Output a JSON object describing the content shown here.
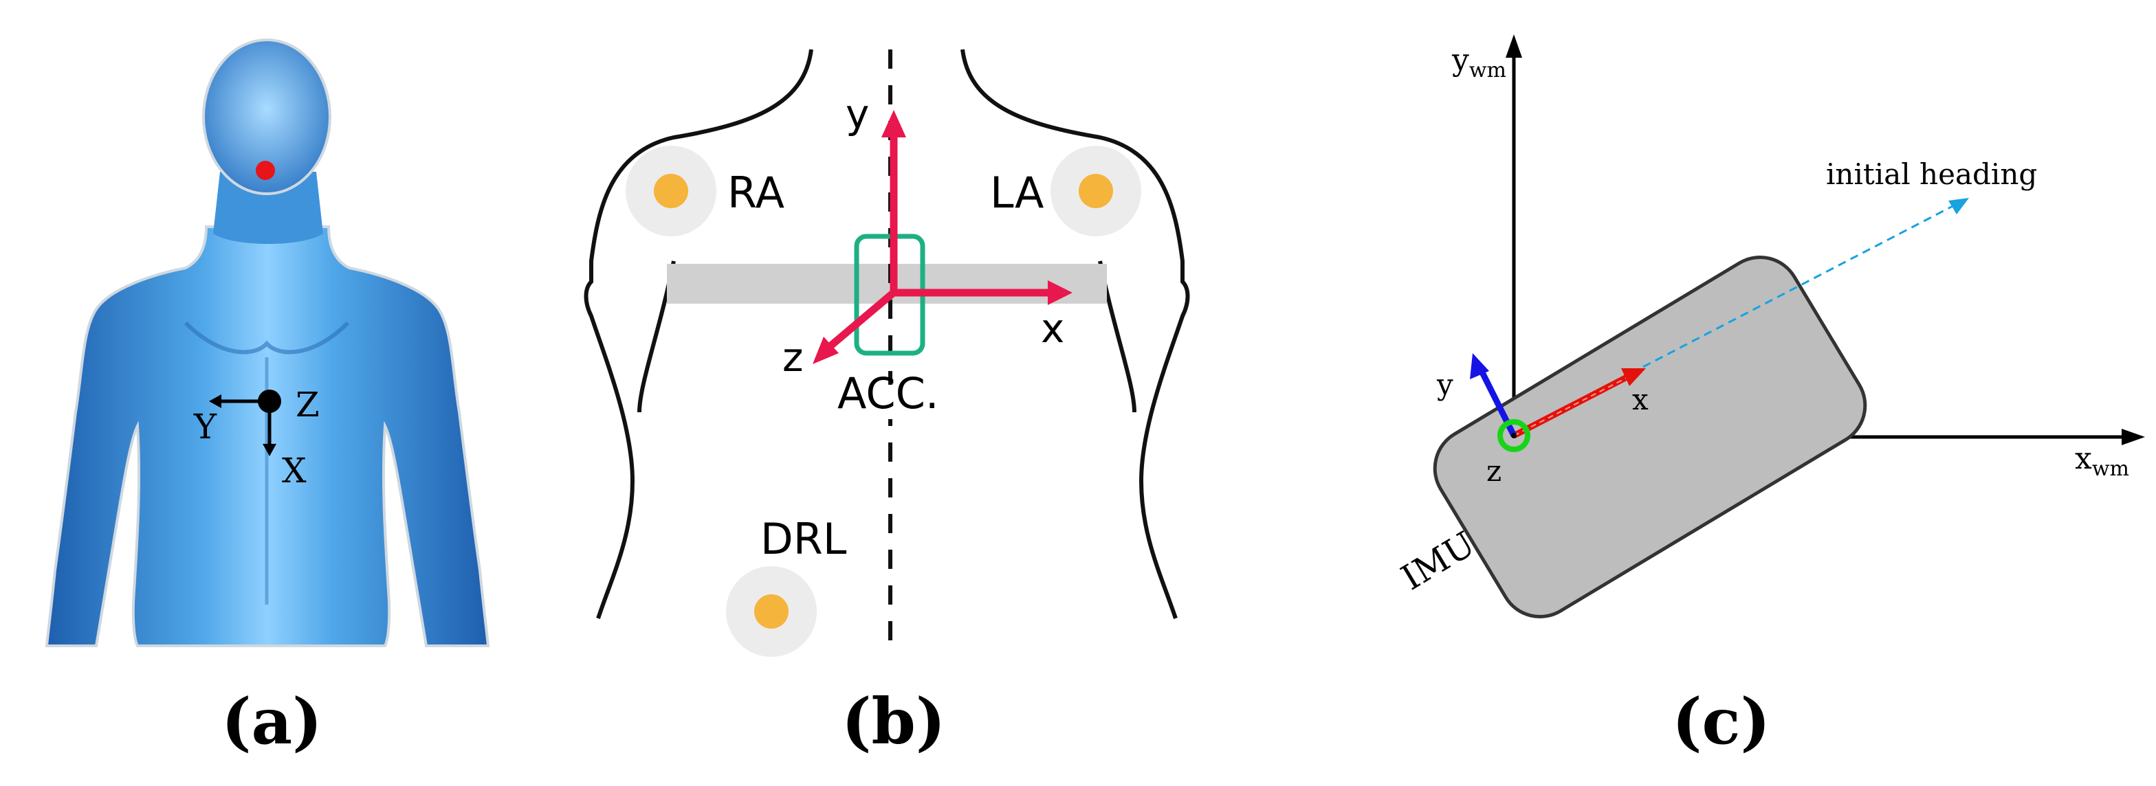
{
  "colors": {
    "body_blue": "#3d8fd6",
    "body_highlight": "#a9dcff",
    "marker_red": "#e8141a",
    "axis_pink": "#e8174d",
    "acc_box_green": "#1db083",
    "electrode_orange": "#f5b43c",
    "electrode_ring": "#ececec",
    "band_gray": "#d0d0d0",
    "imu_gray": "#bdbdbd",
    "imu_x_red": "#e3120b",
    "imu_y_blue": "#1414e6",
    "imu_z_green": "#18d418",
    "heading_cyan": "#17a3e0"
  },
  "panel_a": {
    "axis_labels": {
      "y": "Y",
      "z": "Z",
      "x": "X"
    },
    "caption": "(a)"
  },
  "panel_b": {
    "electrodes": {
      "ra": "RA",
      "la": "LA",
      "drl": "DRL"
    },
    "axis_labels": {
      "y": "y",
      "x": "x",
      "z": "z"
    },
    "sensor_label": "ACC.",
    "caption": "(b)"
  },
  "panel_c": {
    "world_axes": {
      "x": "x",
      "x_sub": "wm",
      "y": "y",
      "y_sub": "wm"
    },
    "heading_label": "initial heading",
    "imu_label": "IMU",
    "imu_axes": {
      "x": "x",
      "y": "y",
      "z": "z"
    },
    "caption": "(c)"
  }
}
